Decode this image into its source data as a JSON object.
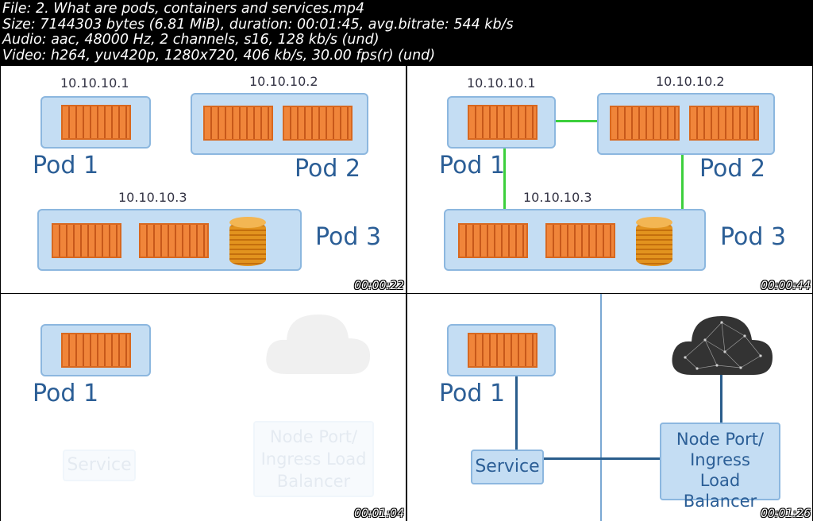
{
  "header": {
    "lines": [
      "File: 2. What are pods, containers and services.mp4",
      "Size: 7144303 bytes (6.81 MiB), duration: 00:01:45, avg.bitrate: 544 kb/s",
      "Audio: aac, 48000 Hz, 2 channels, s16, 128 kb/s (und)",
      "Video: h264, yuv420p, 1280x720, 406 kb/s, 30.00 fps(r) (und)"
    ]
  },
  "frames": [
    {
      "timestamp": "00:00:22",
      "pods": [
        {
          "ip": "10.10.10.1",
          "label": "Pod 1"
        },
        {
          "ip": "10.10.10.2",
          "label": "Pod 2"
        },
        {
          "ip": "10.10.10.3",
          "label": "Pod 3"
        }
      ]
    },
    {
      "timestamp": "00:00:44",
      "pods": [
        {
          "ip": "10.10.10.1",
          "label": "Pod 1"
        },
        {
          "ip": "10.10.10.2",
          "label": "Pod 2"
        },
        {
          "ip": "10.10.10.3",
          "label": "Pod 3"
        }
      ]
    },
    {
      "timestamp": "00:01:04",
      "pod_label": "Pod 1",
      "service_label": "Service",
      "lb_label": "Node Port/ Ingress Load Balancer"
    },
    {
      "timestamp": "00:01:26",
      "pod_label": "Pod 1",
      "service_label": "Service",
      "lb_lines": [
        "Node Port/",
        "Ingress",
        "Load Balancer"
      ]
    }
  ],
  "colors": {
    "pod_fill": "#c4ddf3",
    "container": "#f0853a",
    "label": "#2b5e96",
    "link_green": "#3ccf3c",
    "link_blue": "#2a5d8c",
    "cloud": "#333333"
  }
}
